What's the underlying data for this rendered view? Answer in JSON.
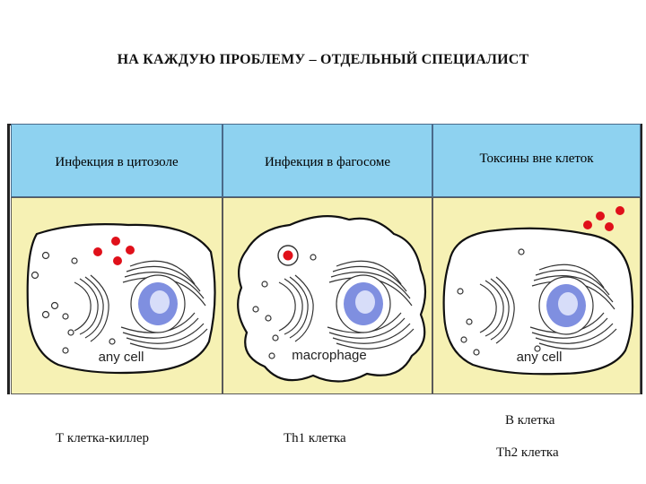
{
  "title": "НА КАЖДУЮ ПРОБЛЕМУ – ОТДЕЛЬНЫЙ СПЕЦИАЛИСТ",
  "panels": [
    {
      "header": "Инфекция в цитозоле",
      "cell_label": "any cell"
    },
    {
      "header": "Инфекция в фагосоме",
      "cell_label": "macrophage"
    },
    {
      "header": "Токсины вне клеток",
      "cell_label": "any cell"
    }
  ],
  "effectors": {
    "panel1": "Т клетка-киллер",
    "panel2": "Th1 клетка",
    "panel3_top": "В клетка",
    "panel3_bottom": "Th2 клетка"
  },
  "colors": {
    "header_bg": "#8ed2f0",
    "panel_bg": "#f6f1b4",
    "nucleus": "#7f8fe0",
    "pathogen": "#e0101a"
  }
}
